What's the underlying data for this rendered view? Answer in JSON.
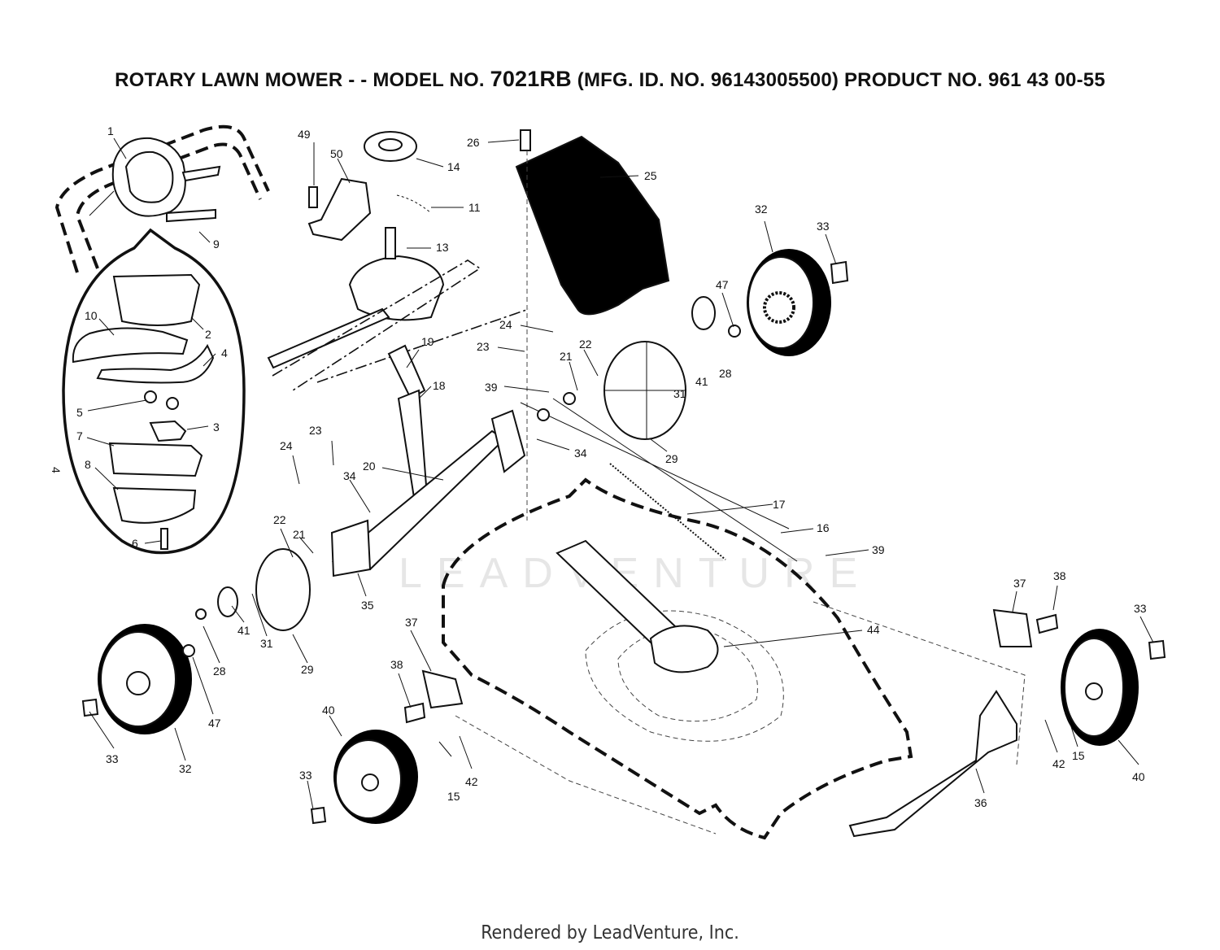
{
  "header": {
    "title_prefix": "ROTARY LAWN MOWER - - MODEL NO.",
    "model": "7021RB",
    "title_suffix": "(MFG. ID. NO. 96143005500) PRODUCT NO. 961 43 00-55"
  },
  "watermark": "LEADVENTURE",
  "footer": "Rendered by LeadVenture, Inc.",
  "callouts": {
    "c1": "1",
    "c2": "2",
    "c3": "3",
    "c4a": "4",
    "c4b": "4",
    "c5": "5",
    "c6": "6",
    "c7": "7",
    "c8": "8",
    "c9": "9",
    "c10": "10",
    "c11": "11",
    "c13": "13",
    "c14": "14",
    "c16": "16",
    "c17": "17",
    "c18": "18",
    "c19": "19",
    "c20": "20",
    "c21a": "21",
    "c21b": "21",
    "c22a": "22",
    "c22b": "22",
    "c23a": "23",
    "c23b": "23",
    "c24a": "24",
    "c24b": "24",
    "c25": "25",
    "c26": "26",
    "c28a": "28",
    "c28b": "28",
    "c29a": "29",
    "c29b": "29",
    "c31a": "31",
    "c31b": "31",
    "c32a": "32",
    "c32b": "32",
    "c33a": "33",
    "c33b": "33",
    "c33c": "33",
    "c33d": "33",
    "c34a": "34",
    "c34b": "34",
    "c35": "35",
    "c36": "36",
    "c37a": "37",
    "c37b": "37",
    "c38a": "38",
    "c38b": "38",
    "c39a": "39",
    "c39b": "39",
    "c40a": "40",
    "c40b": "40",
    "c41a": "41",
    "c41b": "41",
    "c42a": "42",
    "c42b": "42",
    "c44": "44",
    "c15a": "15",
    "c15b": "15",
    "c47a": "47",
    "c47b": "47",
    "c49": "49",
    "c50": "50"
  }
}
